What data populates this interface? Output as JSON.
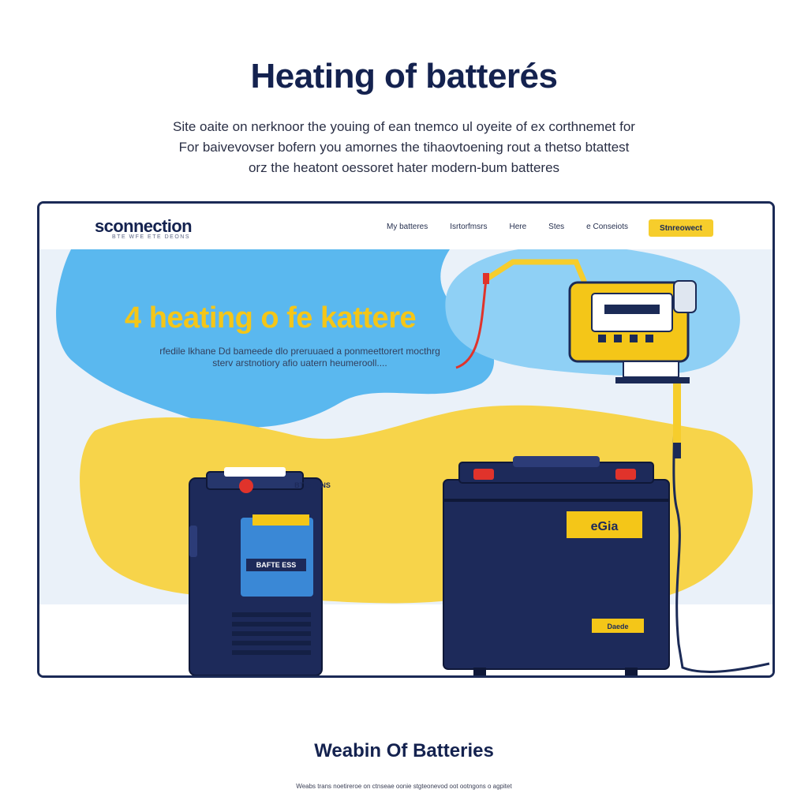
{
  "page": {
    "title": "Heating of batterés",
    "intro_lines": [
      "Site oaite on nerknoor the youing of ean tnemco ul oyeite of ex corthnemet for",
      "For baivevovser bofern you amornes the tihaovtoening rout a thetso btattest",
      "orz the heatont oessoret hater modern-bum batteres"
    ]
  },
  "site": {
    "logo": "sconnection",
    "logo_tagline": "BTE WFE ETE DEONS",
    "nav": [
      "My  batteres",
      "Isrtorfmsrs",
      "Here",
      "Stes",
      "e Conseiots"
    ],
    "cta": "Stnreowect"
  },
  "hero": {
    "heading": "4 heating o fe kattere",
    "sub_lines": [
      "rfedile lkhane Dd bameede dlo preruuaed a ponmeettorert mocthrg",
      "sterv arstnotiory afio uatern heumerooll...."
    ]
  },
  "battery_small": {
    "label_top": "BTOE ENS",
    "label_mid": "BAFTE ESS"
  },
  "battery_large": {
    "badge": "eGia",
    "tag": "Daede"
  },
  "footer": {
    "title": "Weabin Of Batteries",
    "caption": "Weabs trans noetireroe on ctnseae oonie stgteonevod oot ootngons o agpitet"
  },
  "colors": {
    "navy": "#1b2a56",
    "yellow": "#f6cd2c",
    "sky": "#5ab8ef",
    "red": "#e0332b"
  }
}
